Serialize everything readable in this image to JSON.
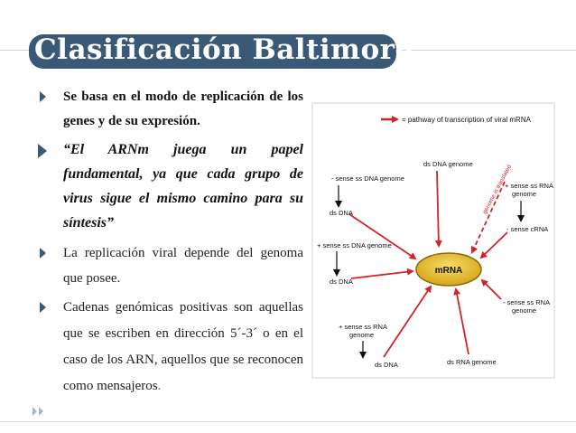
{
  "title": "Clasificación Baltimore",
  "bullets": {
    "b1": "Se basa en el modo de replicación de los genes y de su expresión.",
    "b2": "“El ARNm juega un papel fundamental, ya que cada grupo de virus sigue el mismo camino para su síntesis”",
    "b3": "La replicación viral depende del genoma que posee.",
    "b4_main": "Cadenas genómicas positivas son aquellas que se escriben en dirección 5´-3´ o en el caso de los ARN, aquellos que se reconocen como mensajeros",
    "b4_dot": "."
  },
  "figure": {
    "legend": "= pathway of transcription of viral mRNA",
    "center": "mRNA",
    "labels": {
      "ds_dna_genome": "ds DNA genome",
      "minus_ss_dna_genome": "- sense ss DNA genome",
      "ds_dna_1": "ds DNA",
      "plus_ss_dna_genome": "+ sense ss DNA genome",
      "ds_dna_2": "ds DNA",
      "plus_ss_rna_genome_top_a": "+ sense ss RNA",
      "plus_ss_rna_genome_top_b": "genome",
      "genome_translated": "genome is translated",
      "minus_crna": "- sense cRNA",
      "minus_ss_rna_a": "- sense ss RNA",
      "minus_ss_rna_b": "genome",
      "plus_ss_rna_bottom_a": "+ sense ss RNA",
      "plus_ss_rna_bottom_b": "genome",
      "ds_dna_3": "ds DNA",
      "ds_rna_genome": "ds RNA genome"
    }
  },
  "colors": {
    "title_bg": "#3a5977",
    "arrow_red": "#d2232a",
    "mrna_fill": "#e8b820",
    "mrna_stroke": "#8a6a10"
  }
}
